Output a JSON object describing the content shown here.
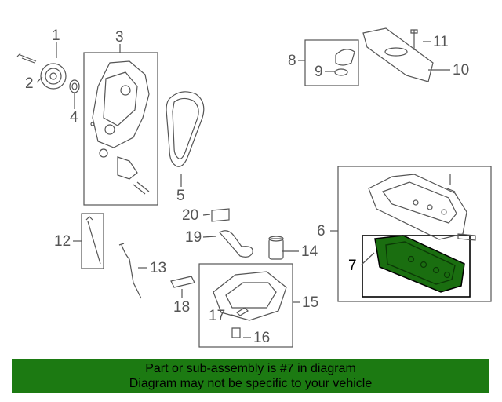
{
  "callouts": {
    "c1": "1",
    "c2": "2",
    "c3": "3",
    "c4": "4",
    "c5": "5",
    "c6": "6",
    "c7": "7",
    "c8": "8",
    "c9": "9",
    "c10": "10",
    "c11": "11",
    "c12": "12",
    "c13": "13",
    "c14": "14",
    "c15": "15",
    "c16": "16",
    "c17": "17",
    "c18": "18",
    "c19": "19",
    "c20": "20"
  },
  "highlighted_part": "7",
  "colors": {
    "highlight_fill": "#1a6e10",
    "banner_bg": "#1c7a12",
    "line": "#555555"
  },
  "banner": {
    "line1": "Part or sub-assembly is #7 in diagram",
    "line2": "Diagram may not be specific to your vehicle"
  }
}
